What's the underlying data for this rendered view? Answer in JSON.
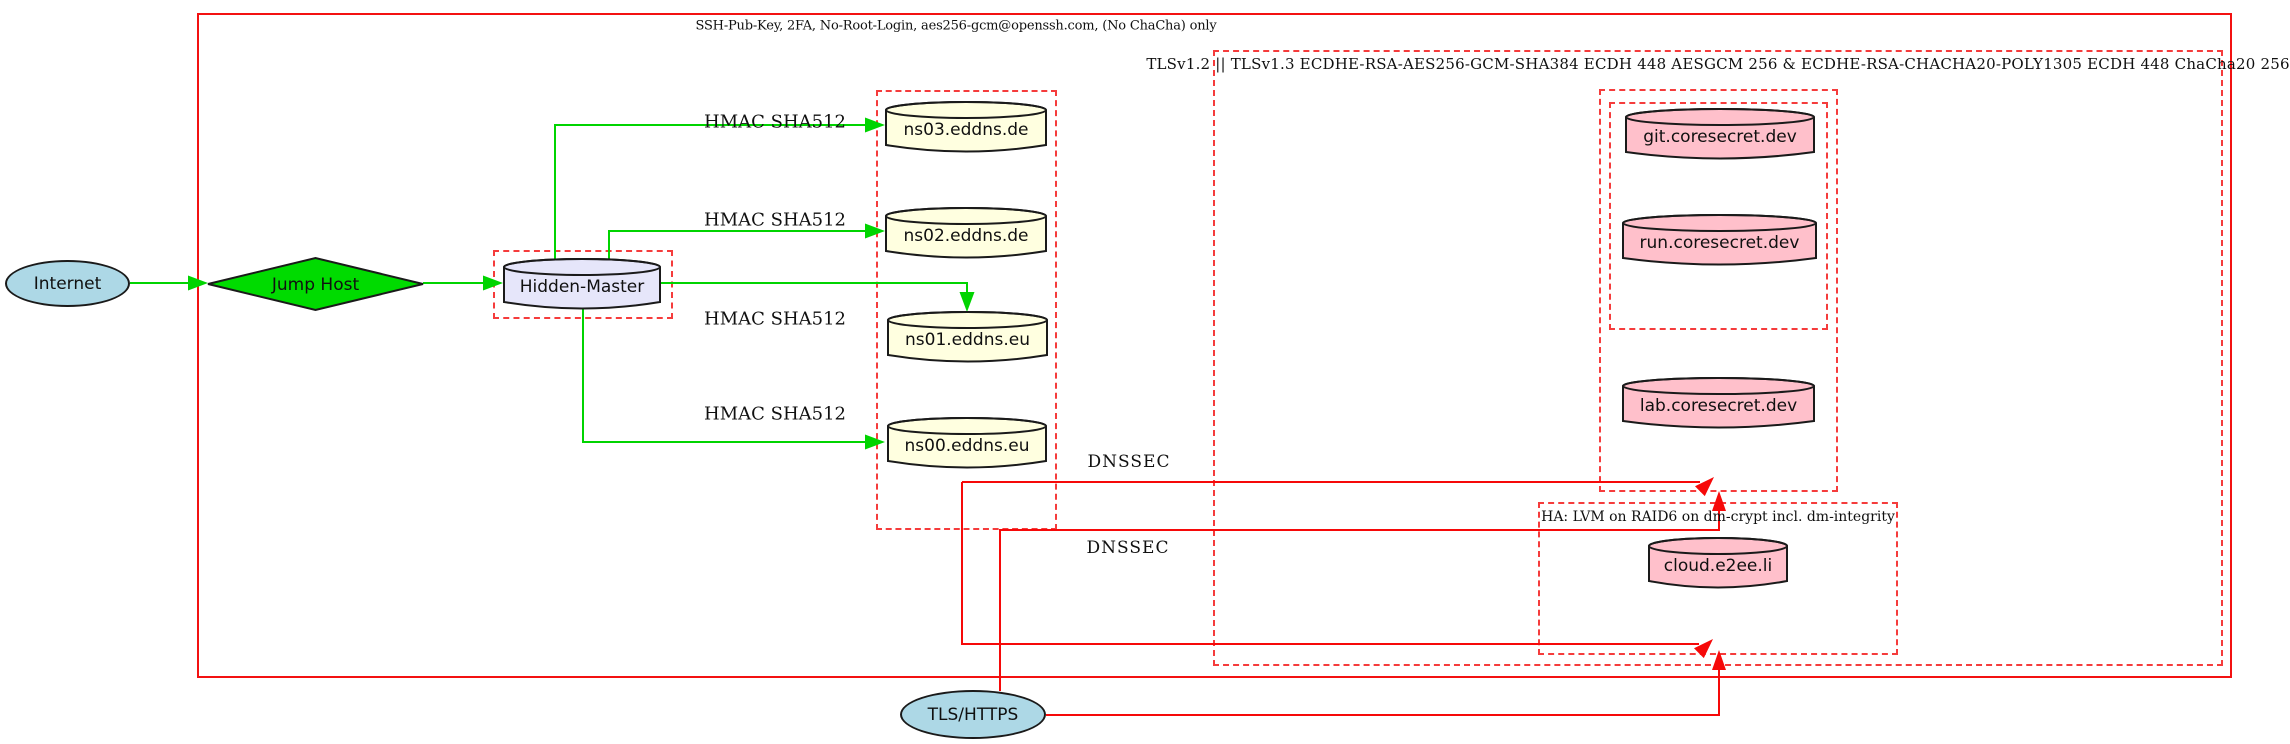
{
  "clusters": {
    "ssh": {
      "label": "SSH-Pub-Key, 2FA, No-Root-Login, aes256-gcm@openssh.com, (No ChaCha) only"
    },
    "tls": {
      "label": "TLSv1.2 || TLSv1.3 ECDHE-RSA-AES256-GCM-SHA384 ECDH 448 AESGCM 256 & ECDHE-RSA-CHACHA20-POLY1305 ECDH 448 ChaCha20 256"
    },
    "ha": {
      "label": "HA: LVM on RAID6 on dm-crypt incl. dm-integrity"
    }
  },
  "nodes": {
    "internet": {
      "label": "Internet",
      "shape": "ellipse",
      "fill": "#ADD8E6"
    },
    "jump_host": {
      "label": "Jump Host",
      "shape": "diamond",
      "fill": "#00DB00"
    },
    "hidden_master": {
      "label": "Hidden-Master",
      "shape": "cylinder",
      "fill": "#E6E6FA"
    },
    "ns03": {
      "label": "ns03.eddns.de",
      "shape": "cylinder",
      "fill": "#FFFFE0"
    },
    "ns02": {
      "label": "ns02.eddns.de",
      "shape": "cylinder",
      "fill": "#FFFFE0"
    },
    "ns01": {
      "label": "ns01.eddns.eu",
      "shape": "cylinder",
      "fill": "#FFFFE0"
    },
    "ns00": {
      "label": "ns00.eddns.eu",
      "shape": "cylinder",
      "fill": "#FFFFE0"
    },
    "git": {
      "label": "git.coresecret.dev",
      "shape": "cylinder",
      "fill": "#FFC0CB"
    },
    "run": {
      "label": "run.coresecret.dev",
      "shape": "cylinder",
      "fill": "#FFC0CB"
    },
    "lab": {
      "label": "lab.coresecret.dev",
      "shape": "cylinder",
      "fill": "#FFC0CB"
    },
    "cloud": {
      "label": "cloud.e2ee.li",
      "shape": "cylinder",
      "fill": "#FFC0CB"
    },
    "tls_https": {
      "label": "TLS/HTTPS",
      "shape": "ellipse",
      "fill": "#ADD8E6"
    }
  },
  "edge_labels": {
    "hmac_ns03": "HMAC SHA512",
    "hmac_ns02": "HMAC SHA512",
    "hmac_ns01": "HMAC SHA512",
    "hmac_ns00": "HMAC SHA512",
    "dnssec_1": "DNSSEC",
    "dnssec_2": "DNSSEC"
  },
  "colors": {
    "cluster_border_solid": "#F31111",
    "cluster_border_dashed": "#F53C3C",
    "edge_green": "#00D400",
    "edge_red": "#F60909",
    "node_lightblue": "#ADD8E6",
    "node_lightyellow": "#FFFFE0",
    "node_lavender": "#E6E6FA",
    "node_pink": "#FFC0CB",
    "diamond_green": "#00DB00"
  }
}
